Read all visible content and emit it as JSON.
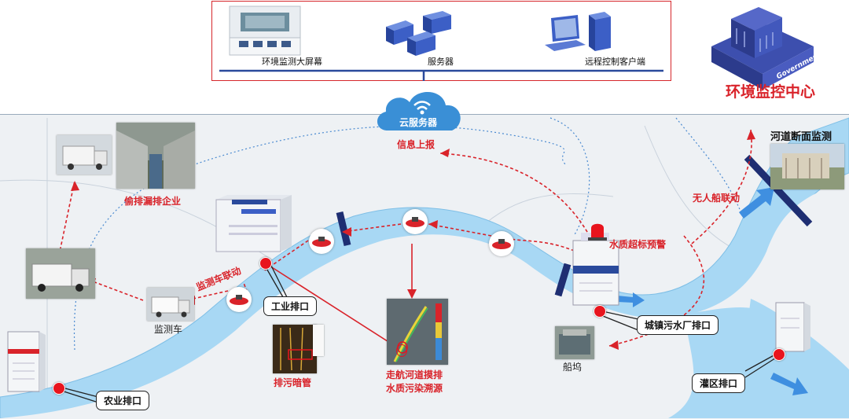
{
  "control_center": {
    "items": [
      {
        "label": "环境监测大屏幕",
        "icon": "video-wall-icon"
      },
      {
        "label": "服务器",
        "icon": "server-icon"
      },
      {
        "label": "远程控制客户端",
        "icon": "computer-icon"
      }
    ],
    "title": "环境监控中心",
    "building_sign": "Government"
  },
  "cloud": {
    "label": "云服务器",
    "report_label": "信息上报"
  },
  "nodes": {
    "river_section": "河道断面监测",
    "drone_link": "无人船联动",
    "water_alarm": "水质超标预警",
    "illegal_discharge": "偷排漏排企业",
    "vehicle_link": "监测车联动",
    "monitoring_vehicle": "监测车",
    "dock": "船坞",
    "hidden_pipe": "排污暗管",
    "pollution_trace_line1": "走航河道摸排",
    "pollution_trace_line2": "水质污染溯源"
  },
  "callouts": {
    "industrial": "工业排口",
    "sewage_plant": "城镇污水厂排口",
    "irrigation": "灌区排口",
    "agricultural": "农业排口"
  },
  "colors": {
    "river": "#a8d8f4",
    "alert_red": "#d9232a",
    "cloud_blue": "#3a8fd6",
    "arrow_blue": "#3f8fe0"
  }
}
